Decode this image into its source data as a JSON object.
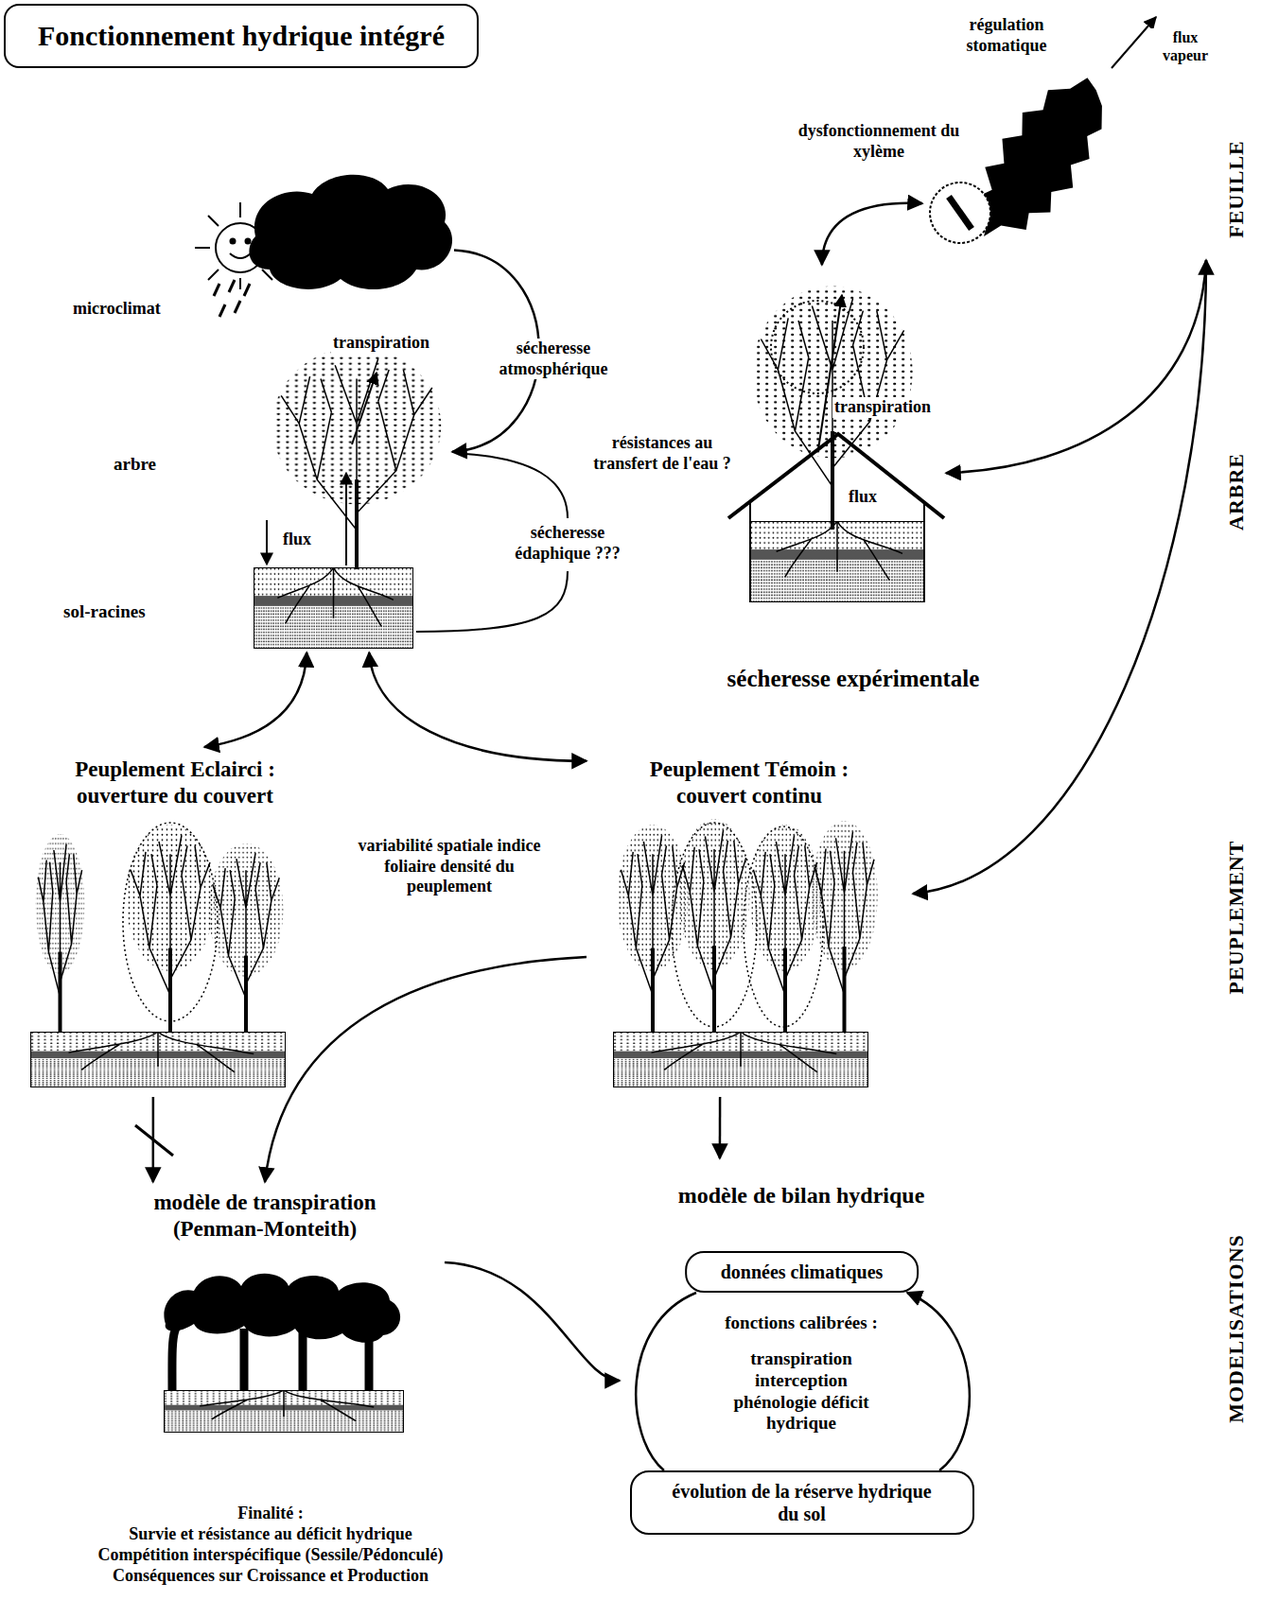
{
  "diagram": {
    "title": "Fonctionnement hydrique intégré",
    "nodes": [
      {
        "text": [
          "régulation stomatique",
          "flux vapeur"
        ]
      },
      {
        "text": [
          "microclimat"
        ]
      },
      {
        "text": [
          "arbre",
          "transpiration",
          "flux",
          "sol-racines"
        ]
      },
      {
        "text": [
          "transpiration",
          "flux"
        ]
      },
      {
        "text": [
          "Peuplement Eclairci : ouverture du couvert"
        ]
      },
      {
        "text": [
          "Peuplement Témoin : couvert continu"
        ]
      },
      {
        "text": [
          "modèle de transpiration (Penman-Monteith)"
        ]
      },
      {
        "text": [
          "modèle de bilan hydrique"
        ]
      },
      {
        "text": [
          "données climatiques"
        ],
        "in": 7
      },
      {
        "text": [
          "évolution de la réserve hydrique du sol"
        ],
        "in": 7
      }
    ],
    "edges": [
      {
        "from": 1,
        "to": 2,
        "arrow": "to",
        "label": "sécheresse atmosphérique"
      },
      {
        "from": 3,
        "to": 0,
        "arrow": "both",
        "label": "dysfonctionnement du xylème"
      },
      {
        "from": 0,
        "to": 3,
        "arrow": "to"
      },
      {
        "from": 0,
        "to": 5,
        "arrow": "both"
      },
      {
        "from": 2,
        "to": 4,
        "arrow": "both"
      },
      {
        "from": 2,
        "to": 5,
        "arrow": "both"
      },
      {
        "from": 5,
        "to": 6,
        "arrow": "to"
      },
      {
        "from": 4,
        "to": 6,
        "arrow": "to"
      },
      {
        "from": 5,
        "to": 7,
        "arrow": "to"
      },
      {
        "from": 6,
        "to": 7,
        "arrow": "to"
      },
      {
        "from": 8,
        "to": 9,
        "arrow": "none"
      },
      {
        "from": 9,
        "to": 8,
        "arrow": "to"
      }
    ],
    "labels": [
      "sécheresse édaphique ???",
      "résistances au transfert de l'eau ?",
      "sécheresse expérimentale",
      "variabilité spatiale indice foliaire densité du peuplement",
      "fonctions calibrées :",
      "transpiration interception phénologie déficit hydrique",
      "Finalité :",
      "Survie et résistance au déficit hydrique",
      "Compétition interspécifique (Sessile/Pédonculé)",
      "Conséquences sur Croissance et Production",
      "FEUILLE",
      "ARBRE",
      "PEUPLEMENT",
      "MODELISATIONS"
    ]
  }
}
